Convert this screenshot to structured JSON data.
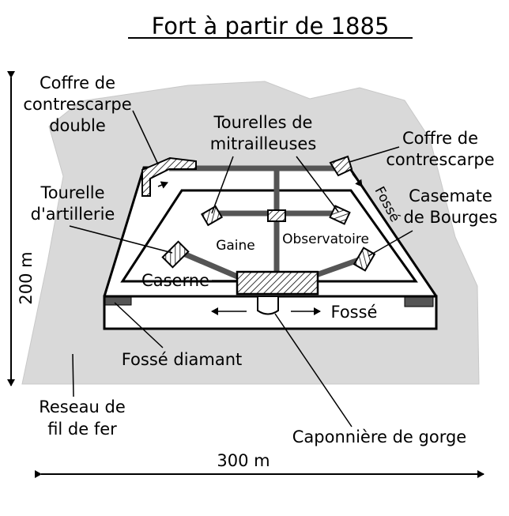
{
  "title": "Fort à partir de 1885",
  "labels": {
    "coffre_double_1": "Coffre de",
    "coffre_double_2": "contrescarpe",
    "coffre_double_3": "double",
    "tourelles_mitr_1": "Tourelles de",
    "tourelles_mitr_2": "mitrailleuses",
    "coffre_1": "Coffre de",
    "coffre_2": "contrescarpe",
    "tourelle_art_1": "Tourelle",
    "tourelle_art_2": "d'artillerie",
    "casemate_1": "Casemate",
    "casemate_2": "de Bourges",
    "fosse_side": "Fossé",
    "gaine": "Gaine",
    "observatoire": "Observatoire",
    "caserne": "Caserne",
    "fosse_front": "Fossé",
    "fosse_diamant": "Fossé diamant",
    "reseau_1": "Reseau de",
    "reseau_2": "fil de fer",
    "caponniere": "Caponnière de gorge"
  },
  "dimensions": {
    "height": "200 m",
    "width": "300 m"
  },
  "colors": {
    "glacis": "#d9d9d9",
    "ink": "#000000",
    "paper": "#ffffff",
    "fill_dark": "#555555"
  }
}
